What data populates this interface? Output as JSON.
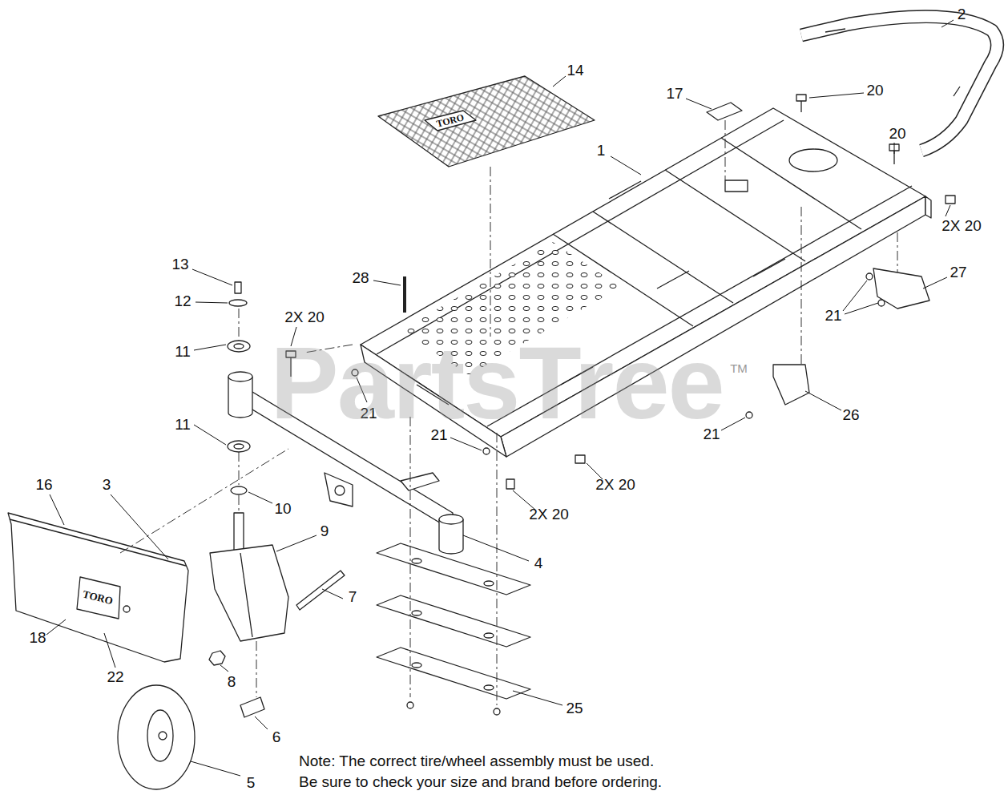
{
  "diagram": {
    "labels": [
      "2",
      "14",
      "17",
      "20",
      "1",
      "20",
      "2X 20",
      "27",
      "21",
      "13",
      "12",
      "28",
      "2X 20",
      "11",
      "21",
      "21",
      "26",
      "21",
      "11",
      "10",
      "2X 20",
      "2X 20",
      "16",
      "3",
      "9",
      "4",
      "7",
      "18",
      "22",
      "8",
      "25",
      "6",
      "5",
      "PartsTree",
      "TM",
      "TORO",
      "TORO",
      "Note: The correct tire/wheel assembly must be used.",
      "Be sure to check your size and brand before ordering."
    ]
  }
}
